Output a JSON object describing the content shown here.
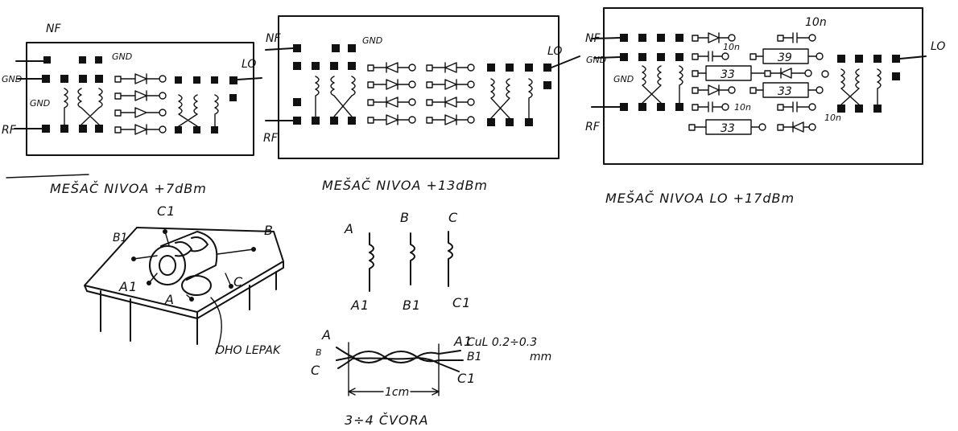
{
  "boards": [
    {
      "caption": "MEŠAČ NIVOA +7dBm",
      "labels": {
        "nf": "NF",
        "gnd_top": "GND",
        "gnd_left": "GND",
        "gnd_mid": "GND",
        "lo": "LO",
        "rf": "RF"
      }
    },
    {
      "caption": "MEŠAČ NIVOA +13dBm",
      "labels": {
        "nf": "NF",
        "gnd_top": "GND",
        "lo": "LO",
        "rf": "RF"
      }
    },
    {
      "caption": "MEŠAČ NIVOA LO +17dBm",
      "labels": {
        "nf": "NF",
        "gnd_left": "GND",
        "gnd_mid": "GND",
        "lo": "LO",
        "rf": "RF",
        "cap_top": "10n",
        "cap_a": "10n",
        "cap_b": "10n",
        "cap_c": "10n",
        "res_1": "39",
        "res_2": "33",
        "res_3": "33",
        "res_4": "33"
      }
    }
  ],
  "core_sketch": {
    "labels": {
      "c1": "C1",
      "b1": "B1",
      "b": "B",
      "a1": "A1",
      "a": "A",
      "c": "C",
      "glue": "OHO LEPAK"
    }
  },
  "windings": {
    "top": [
      "A",
      "B",
      "C"
    ],
    "bottom": [
      "A1",
      "B1",
      "C1"
    ]
  },
  "twisted_wire": {
    "left": [
      "A",
      "B",
      "C"
    ],
    "right": [
      "A1",
      "B1",
      "C1"
    ],
    "wire_spec": "CuL 0.2÷0.3 mm",
    "wire_spec_line1": "CuL 0.2÷0.3",
    "wire_spec_line2": "mm",
    "length": "1cm",
    "knots": "3÷4 ČVORA"
  }
}
